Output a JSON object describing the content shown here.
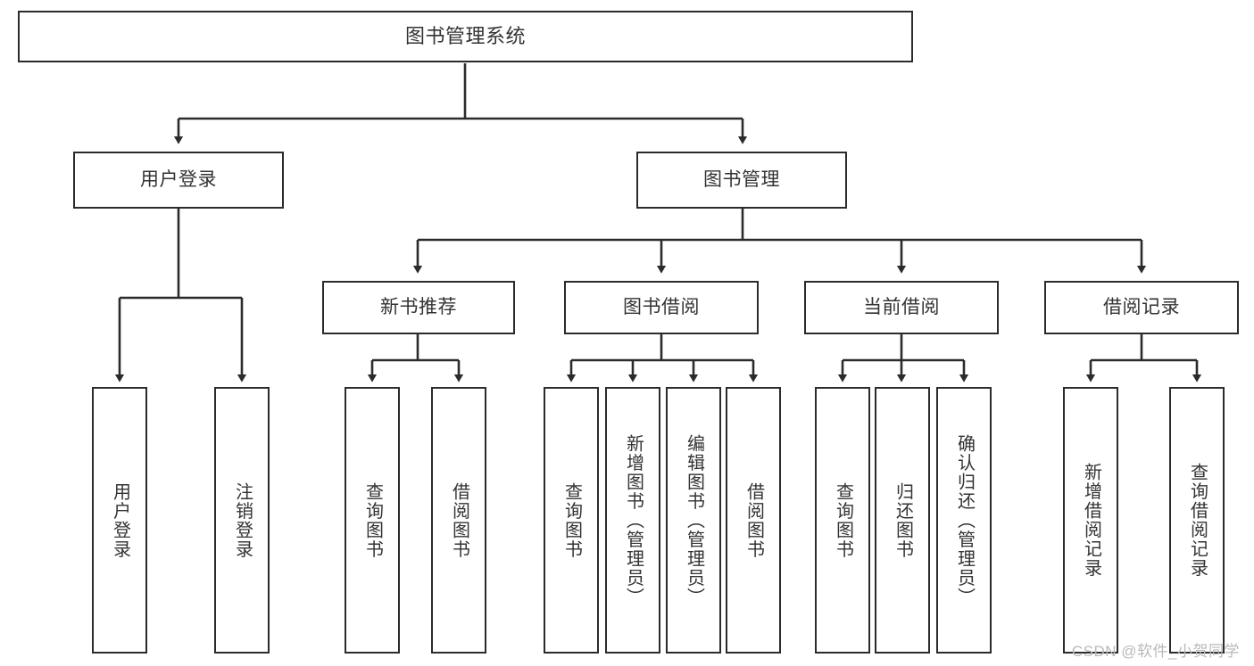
{
  "diagram": {
    "title": "图书管理系统",
    "type": "tree",
    "watermark": "CSDN @软件_小贺同学",
    "colors": {
      "box_border": "#2b2b2b",
      "box_fill": "#ffffff",
      "text": "#333333",
      "edge": "#2b2b2b",
      "watermark": "#b9b9b9",
      "background": "#ffffff"
    },
    "nodes": {
      "root": {
        "label": "图书管理系统",
        "level": 1
      },
      "user_login": {
        "label": "用户登录",
        "level": 2
      },
      "book_manage": {
        "label": "图书管理",
        "level": 2
      },
      "new_book_rec": {
        "label": "新书推荐",
        "level": 3
      },
      "book_borrow": {
        "label": "图书借阅",
        "level": 3
      },
      "current_borrow": {
        "label": "当前借阅",
        "level": 3
      },
      "borrow_record": {
        "label": "借阅记录",
        "level": 3
      },
      "leaf_user_login": {
        "label": "用户登录",
        "level": 4
      },
      "leaf_logout": {
        "label": "注销登录",
        "level": 4
      },
      "leaf_query_book_1": {
        "label": "查询图书",
        "level": 4
      },
      "leaf_borrow_book_1": {
        "label": "借阅图书",
        "level": 4
      },
      "leaf_query_book_2": {
        "label": "查询图书",
        "level": 4
      },
      "leaf_add_book": {
        "label": "新增图书（管理员）",
        "level": 4
      },
      "leaf_edit_book": {
        "label": "编辑图书（管理员）",
        "level": 4
      },
      "leaf_borrow_book_2": {
        "label": "借阅图书",
        "level": 4
      },
      "leaf_query_book_3": {
        "label": "查询图书",
        "level": 4
      },
      "leaf_return_book": {
        "label": "归还图书",
        "level": 4
      },
      "leaf_confirm_return": {
        "label": "确认归还（管理员）",
        "level": 4
      },
      "leaf_add_record": {
        "label": "新增借阅记录",
        "level": 4
      },
      "leaf_query_record": {
        "label": "查询借阅记录",
        "level": 4
      }
    },
    "edges": [
      {
        "from": "root",
        "to": "user_login"
      },
      {
        "from": "root",
        "to": "book_manage"
      },
      {
        "from": "user_login",
        "to": "leaf_user_login"
      },
      {
        "from": "user_login",
        "to": "leaf_logout"
      },
      {
        "from": "book_manage",
        "to": "new_book_rec"
      },
      {
        "from": "book_manage",
        "to": "book_borrow"
      },
      {
        "from": "book_manage",
        "to": "current_borrow"
      },
      {
        "from": "book_manage",
        "to": "borrow_record"
      },
      {
        "from": "new_book_rec",
        "to": "leaf_query_book_1"
      },
      {
        "from": "new_book_rec",
        "to": "leaf_borrow_book_1"
      },
      {
        "from": "book_borrow",
        "to": "leaf_query_book_2"
      },
      {
        "from": "book_borrow",
        "to": "leaf_add_book"
      },
      {
        "from": "book_borrow",
        "to": "leaf_edit_book"
      },
      {
        "from": "book_borrow",
        "to": "leaf_borrow_book_2"
      },
      {
        "from": "current_borrow",
        "to": "leaf_query_book_3"
      },
      {
        "from": "current_borrow",
        "to": "leaf_return_book"
      },
      {
        "from": "current_borrow",
        "to": "leaf_confirm_return"
      },
      {
        "from": "borrow_record",
        "to": "leaf_add_record"
      },
      {
        "from": "borrow_record",
        "to": "leaf_query_record"
      }
    ]
  }
}
